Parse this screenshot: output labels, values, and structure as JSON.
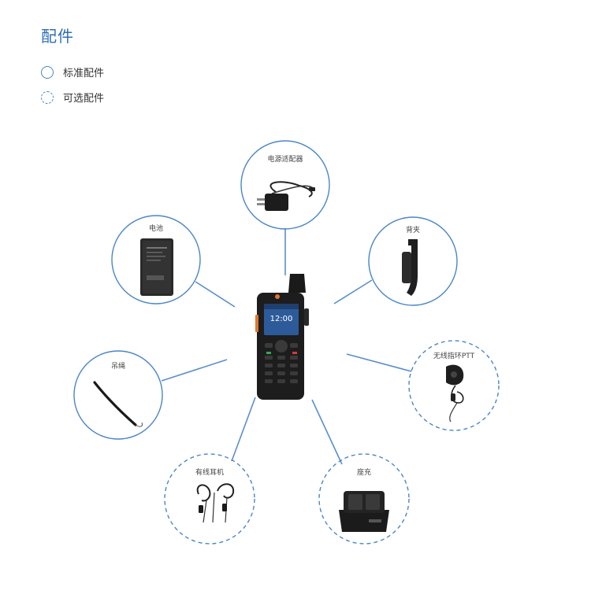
{
  "header": {
    "title": "配件"
  },
  "legend": {
    "standard": "标准配件",
    "optional": "可选配件"
  },
  "device": {
    "screen_time": "12:00"
  },
  "accessories": {
    "power_adapter": "电源适配器",
    "battery": "电池",
    "belt_clip": "背夹",
    "lanyard": "吊绳",
    "finger_ptt": "无线指环PTT",
    "wired_earpiece": "有线耳机",
    "charger": "座充"
  },
  "colors": {
    "accent": "#2f6db5",
    "circle": "#4a86c5"
  }
}
